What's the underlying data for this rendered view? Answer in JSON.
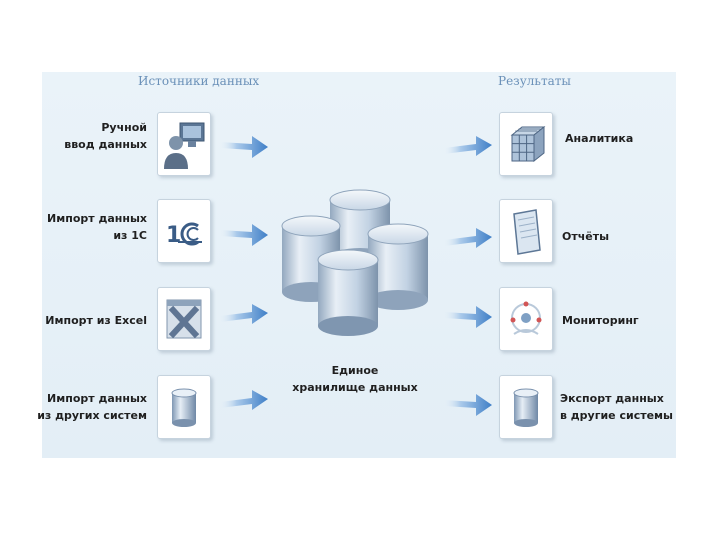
{
  "headers": {
    "sources": "Источники данных",
    "results": "Результаты"
  },
  "sources": [
    {
      "lines": [
        "Ручной",
        "ввод  данных"
      ],
      "icon": "user-computer-icon"
    },
    {
      "lines": [
        "Импорт данных",
        "из  1С"
      ],
      "icon": "1c-logo-icon"
    },
    {
      "lines": [
        "Импорт из Excel"
      ],
      "icon": "excel-icon"
    },
    {
      "lines": [
        "Импорт данных",
        "из других систем"
      ],
      "icon": "database-icon"
    }
  ],
  "center": {
    "lines": [
      "Единое",
      "хранилище данных"
    ],
    "icon": "database-cluster-icon"
  },
  "results": [
    {
      "lines": [
        "Аналитика"
      ],
      "icon": "olap-cube-icon"
    },
    {
      "lines": [
        "Отчёты"
      ],
      "icon": "report-document-icon"
    },
    {
      "lines": [
        "Мониторинг"
      ],
      "icon": "monitoring-icon"
    },
    {
      "lines": [
        "Экспорт  данных",
        "в  другие  системы"
      ],
      "icon": "database-icon"
    }
  ],
  "colors": {
    "panel_background": "#e6f0f7",
    "header_text": "#6a90b8",
    "arrow": "#5a92cf",
    "cylinder_body": "#c9d7e6",
    "cylinder_edge": "#7f93aa"
  }
}
